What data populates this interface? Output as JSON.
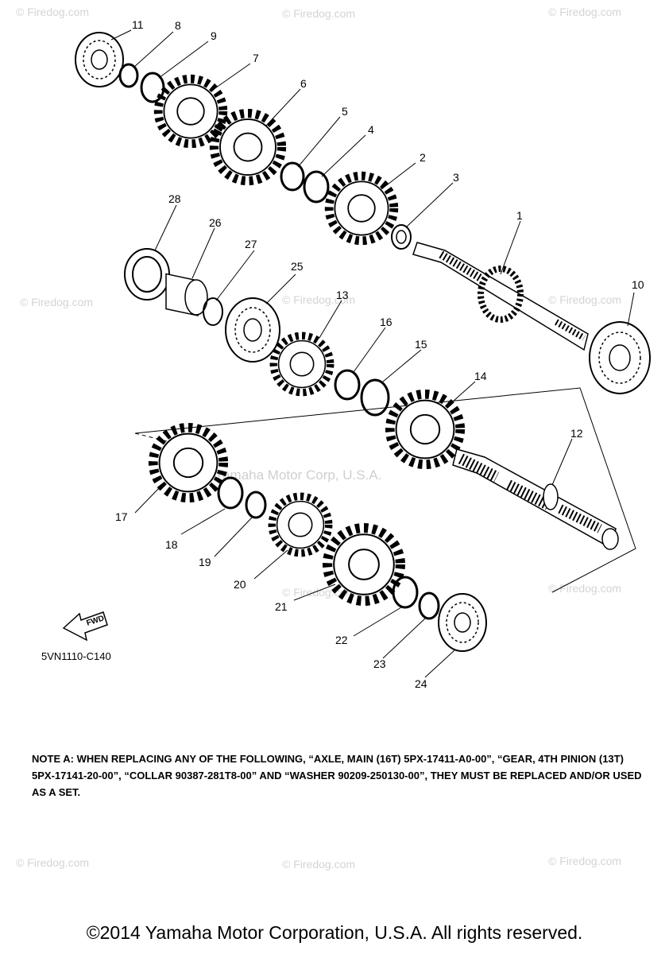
{
  "watermark": "© Firedog.com",
  "mid_watermark": "Yamaha Motor Corp, U.S.A.",
  "fwd_label": "FWD",
  "diagram_code": "5VN1110-C140",
  "callouts": [
    "1",
    "2",
    "3",
    "4",
    "5",
    "6",
    "7",
    "8",
    "9",
    "10",
    "11",
    "12",
    "13",
    "14",
    "15",
    "16",
    "17",
    "18",
    "19",
    "20",
    "21",
    "22",
    "23",
    "24",
    "25",
    "26",
    "27",
    "28"
  ],
  "note_text": "NOTE A: WHEN REPLACING ANY OF THE FOLLOWING, “AXLE, MAIN (16T) 5PX-17411-A0-00”, “GEAR, 4TH PINION (13T) 5PX-17141-20-00”, “COLLAR 90387-281T8-00” AND “WASHER 90209-250130-00”, THEY MUST BE REPLACED AND/OR USED AS A SET.",
  "copyright": "©2014 Yamaha Motor Corporation, U.S.A. All rights reserved."
}
